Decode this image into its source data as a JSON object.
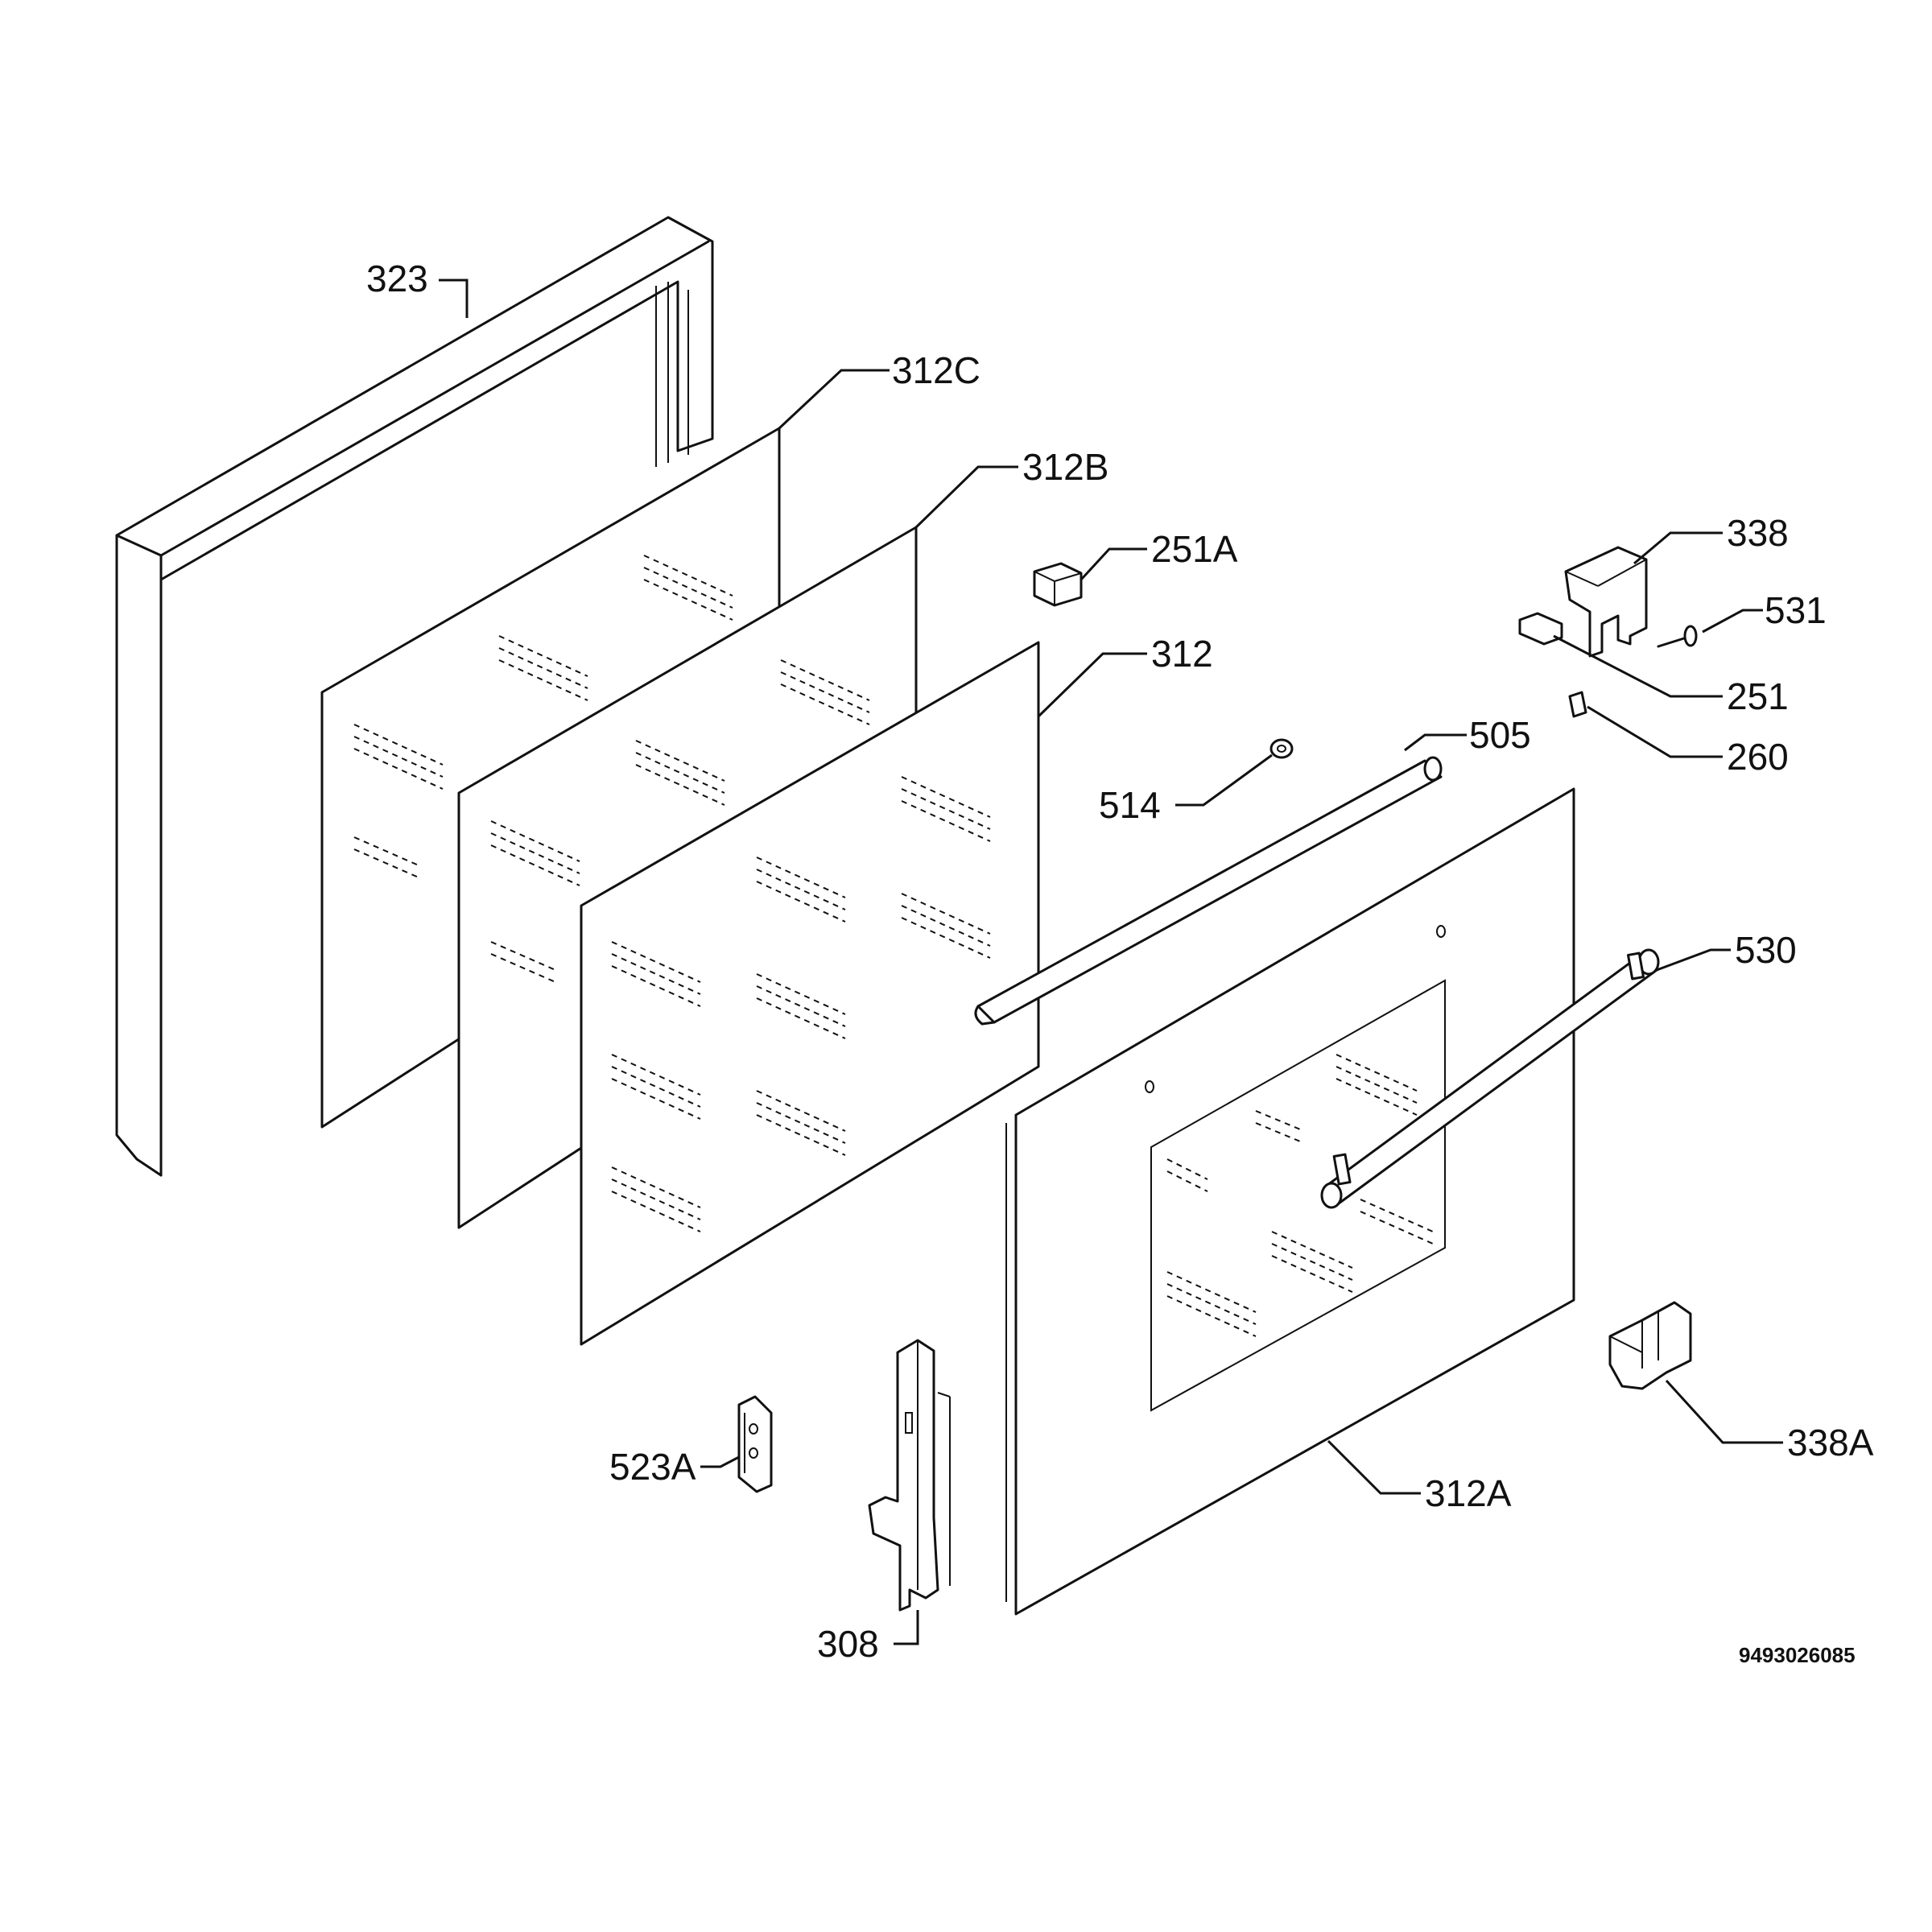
{
  "diagram_id": "9493026085",
  "callouts": {
    "p323": "323",
    "p312c": "312C",
    "p312b": "312B",
    "p251a": "251A",
    "p338": "338",
    "p531": "531",
    "p312": "312",
    "p251": "251",
    "p260": "260",
    "p505": "505",
    "p514": "514",
    "p530": "530",
    "p523a": "523A",
    "p338a": "338A",
    "p312a": "312A",
    "p308": "308"
  }
}
